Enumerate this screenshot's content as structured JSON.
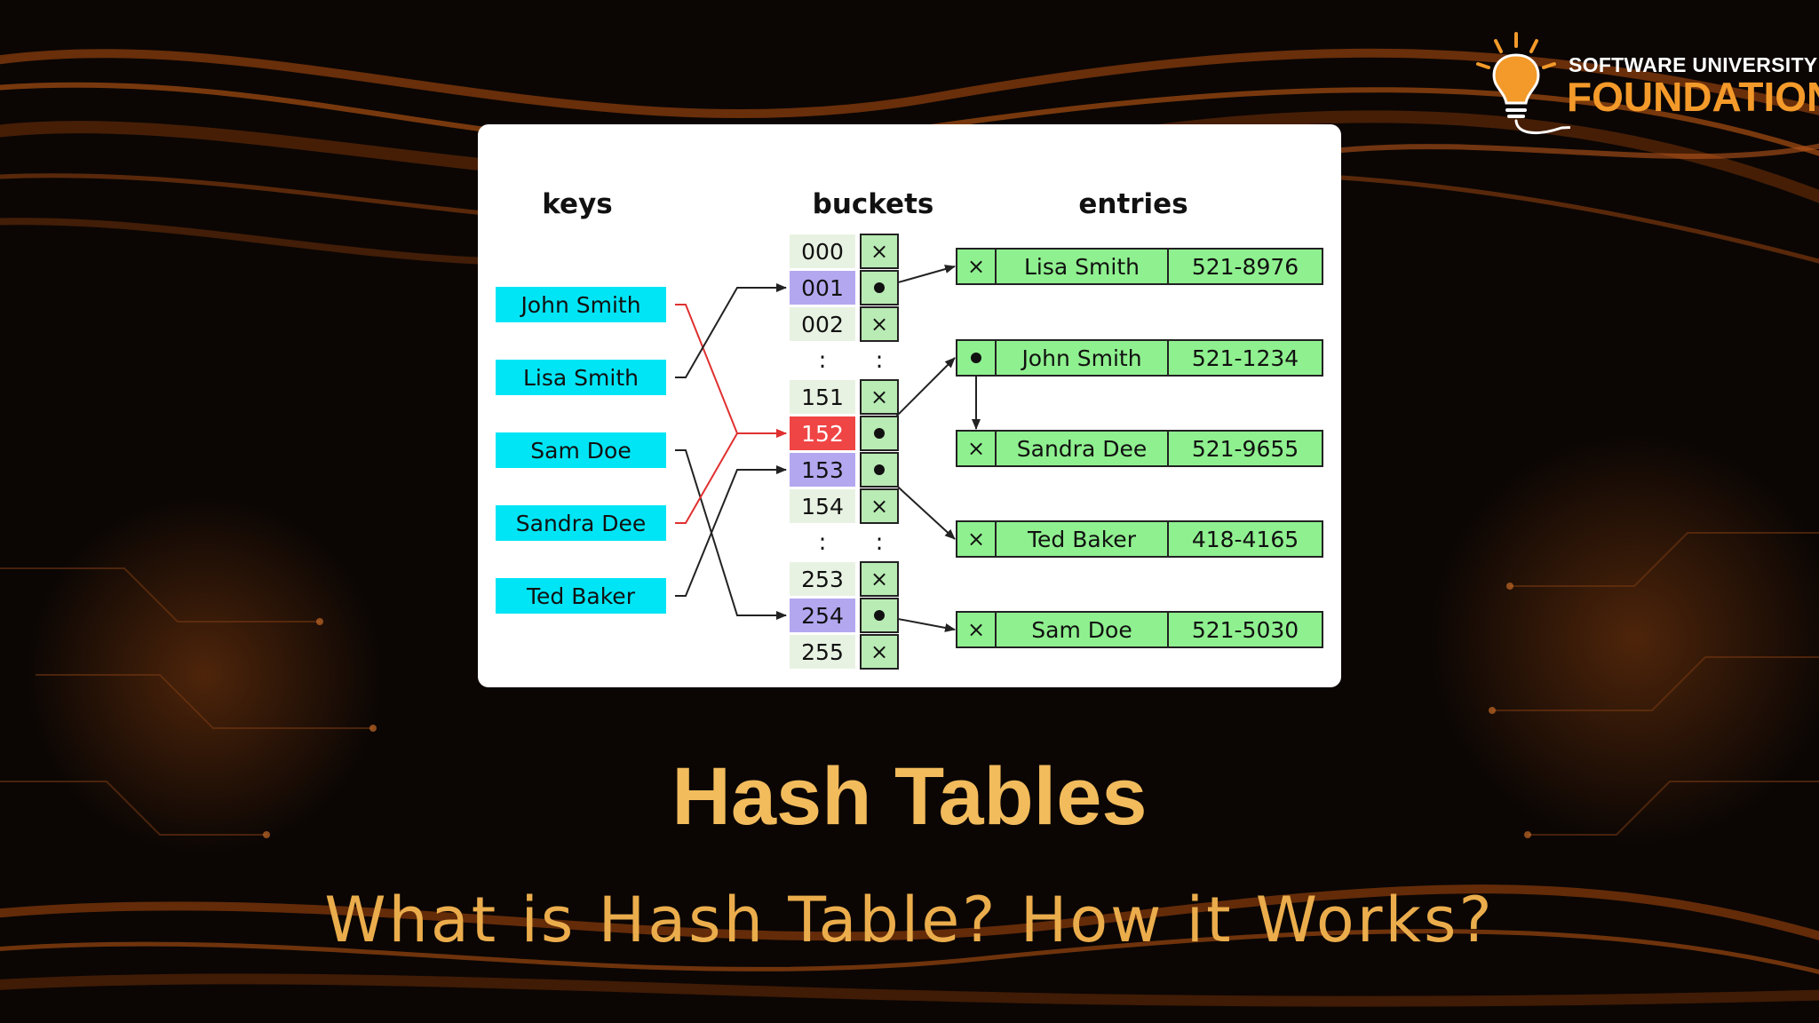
{
  "slide": {
    "title": "Hash Tables",
    "subtitle": "What is Hash Table? How it Works?"
  },
  "logo": {
    "line1": "SOFTWARE UNIVERSITY",
    "line2": "FOUNDATION"
  },
  "diagram": {
    "headers": {
      "keys": "keys",
      "buckets": "buckets",
      "entries": "entries"
    },
    "keys": [
      "John Smith",
      "Lisa Smith",
      "Sam Doe",
      "Sandra Dee",
      "Ted Baker"
    ],
    "buckets": [
      {
        "label": "000",
        "state": "empty"
      },
      {
        "label": "001",
        "state": "used"
      },
      {
        "label": "002",
        "state": "empty"
      },
      {
        "label": ":",
        "state": "gap"
      },
      {
        "label": "151",
        "state": "empty"
      },
      {
        "label": "152",
        "state": "collision"
      },
      {
        "label": "153",
        "state": "used"
      },
      {
        "label": "154",
        "state": "empty"
      },
      {
        "label": ":",
        "state": "gap"
      },
      {
        "label": "253",
        "state": "empty"
      },
      {
        "label": "254",
        "state": "used"
      },
      {
        "label": "255",
        "state": "empty"
      }
    ],
    "entries": [
      {
        "name": "Lisa Smith",
        "phone": "521-8976",
        "next": "none"
      },
      {
        "name": "John Smith",
        "phone": "521-1234",
        "next": "Sandra Dee"
      },
      {
        "name": "Sandra Dee",
        "phone": "521-9655",
        "next": "none"
      },
      {
        "name": "Ted Baker",
        "phone": "418-4165",
        "next": "none"
      },
      {
        "name": "Sam Doe",
        "phone": "521-5030",
        "next": "none"
      }
    ],
    "mappings": [
      {
        "key": "John Smith",
        "bucket": "152",
        "color": "#e03030"
      },
      {
        "key": "Lisa Smith",
        "bucket": "001",
        "color": "#222222"
      },
      {
        "key": "Sam Doe",
        "bucket": "254",
        "color": "#222222"
      },
      {
        "key": "Sandra Dee",
        "bucket": "152",
        "color": "#e03030"
      },
      {
        "key": "Ted Baker",
        "bucket": "153",
        "color": "#222222"
      }
    ],
    "bucket_links": [
      {
        "bucket": "001",
        "entry": "Lisa Smith"
      },
      {
        "bucket": "152",
        "entry": "John Smith"
      },
      {
        "bucket": "153",
        "entry": "Ted Baker"
      },
      {
        "bucket": "254",
        "entry": "Sam Doe"
      }
    ],
    "empty_symbol": "×",
    "colors": {
      "key_fill": "#00e5f5",
      "bucket_fill": "#e8f2e2",
      "bucket_used_fill": "#b3a8f0",
      "bucket_collision_fill": "#f04545",
      "entry_fill": "#8ff08f",
      "pointer_cell_fill": "#b9ebb4",
      "collision_arrow": "#e03030",
      "arrow": "#222222"
    }
  }
}
